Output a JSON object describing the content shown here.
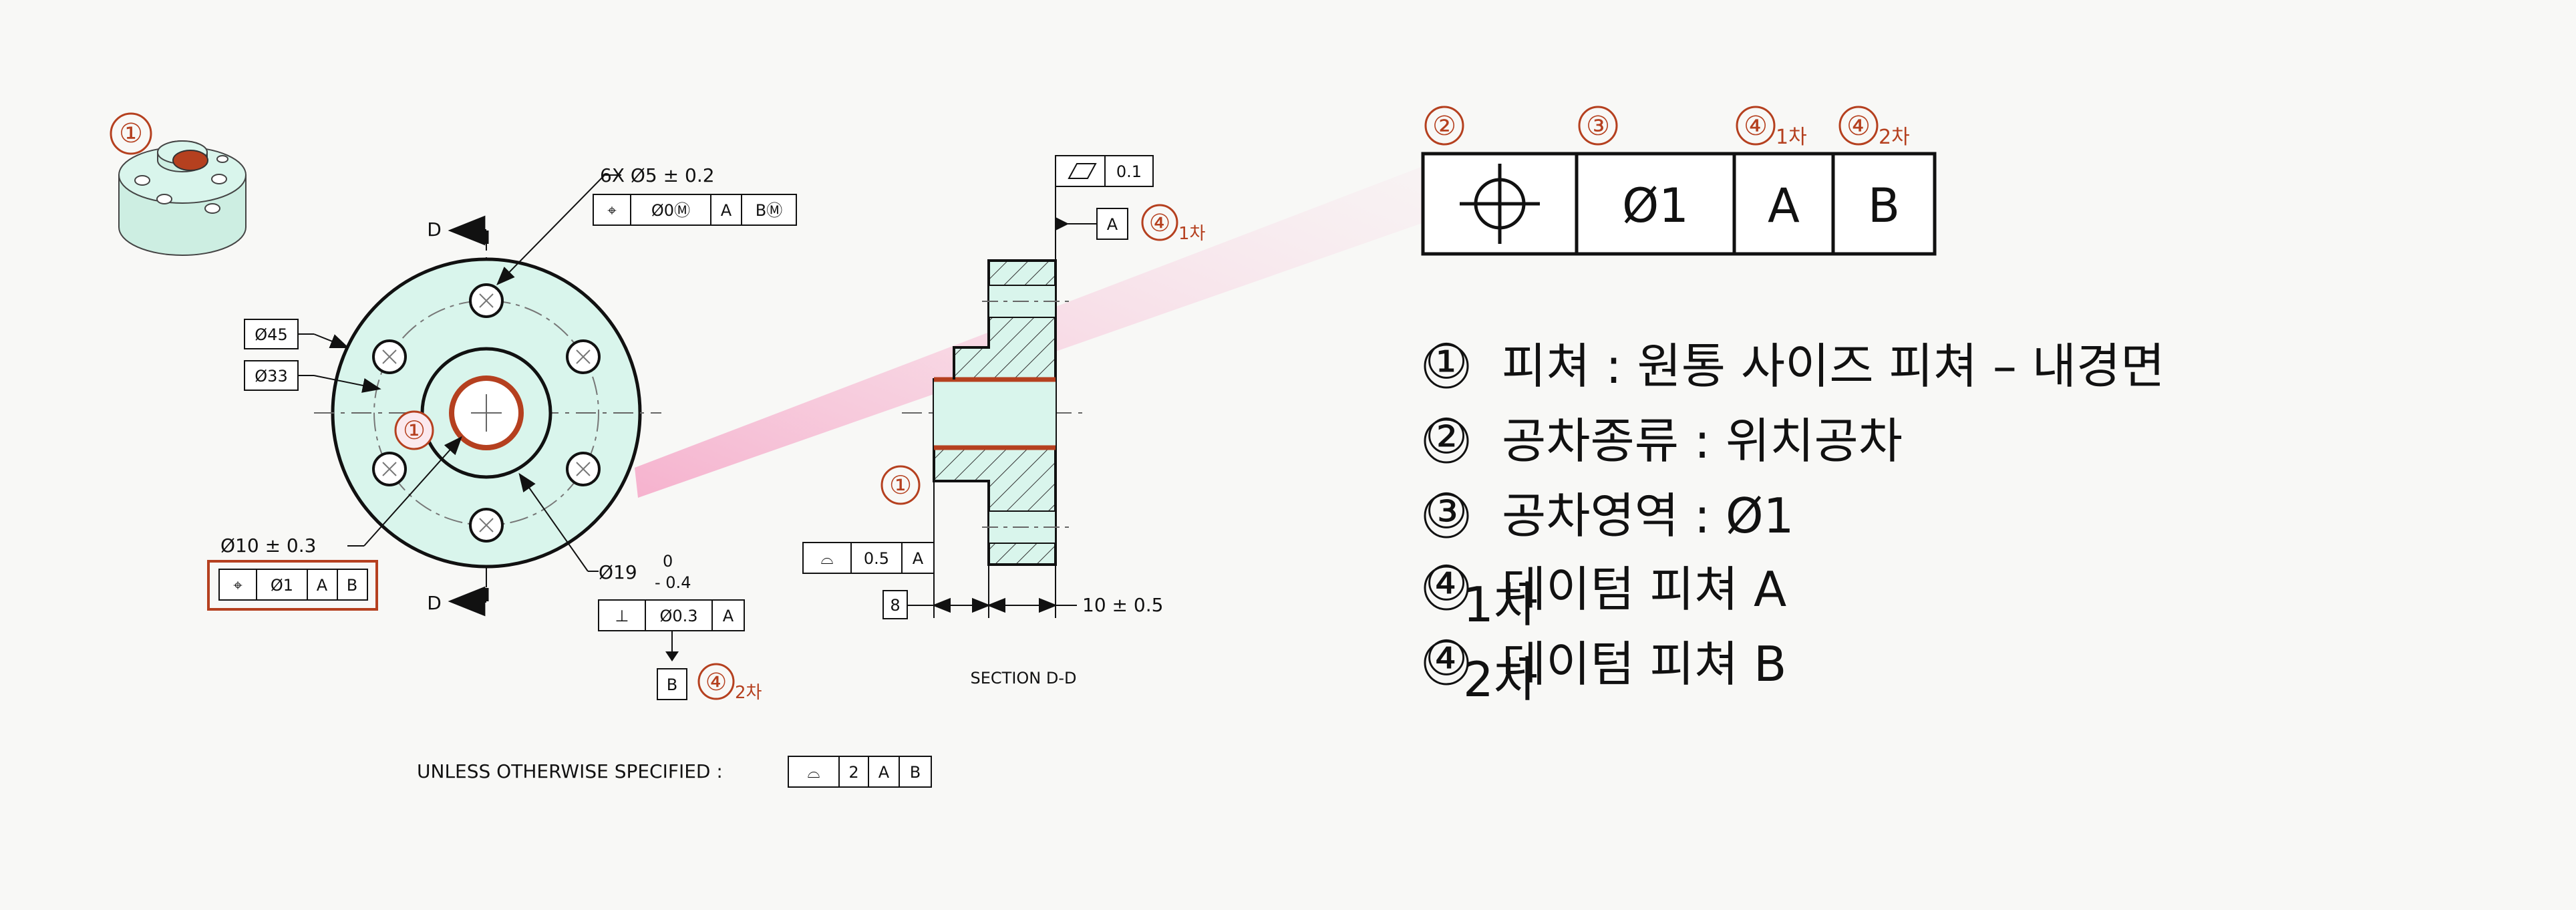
{
  "drawing": {
    "callouts": {
      "feature": "①",
      "type": "②",
      "zone": "③",
      "datum": "④",
      "primary": "1차",
      "secondary": "2차"
    },
    "dimensions": {
      "hole_pattern": "6X Ø5 ± 0.2",
      "outer_dia": "Ø45",
      "bolt_circle": "Ø33",
      "bore": "Ø10 ± 0.3",
      "boss_dia": "Ø19",
      "boss_upper_tol": "0",
      "boss_lower_tol": "- 0.4",
      "flatness_value": "0.1",
      "profile_value": "0.5",
      "boss_height": "8",
      "flange_width": "10 ± 0.5",
      "section_cut": "D",
      "section_label": "SECTION D-D",
      "general_note": "UNLESS OTHERWISE SPECIFIED :"
    },
    "fcf_holes": [
      "⌖",
      "Ø0Ⓜ",
      "A",
      "BⓂ"
    ],
    "fcf_bore": [
      "⌖",
      "Ø1",
      "A",
      "B"
    ],
    "fcf_perp": [
      "⊥",
      "Ø0.3",
      "A"
    ],
    "fcf_profile": [
      "⌓",
      "0.5",
      "A"
    ],
    "fcf_general": [
      "⌓",
      "2",
      "A",
      "B"
    ],
    "datum_a": "A",
    "datum_b": "B"
  },
  "frame": {
    "symbol": "⌖",
    "zone": "Ø1",
    "primary": "A",
    "secondary": "B"
  },
  "legend": [
    {
      "num": "①",
      "sub": "",
      "text": "피쳐 : 원통 사이즈 피쳐 – 내경면"
    },
    {
      "num": "②",
      "sub": "",
      "text": "공차종류 : 위치공차"
    },
    {
      "num": "③",
      "sub": "",
      "text": "공차영역 : Ø1"
    },
    {
      "num": "④",
      "sub": "1차",
      "text": "데이텀 피쳐 A"
    },
    {
      "num": "④",
      "sub": "2차",
      "text": "데이텀 피쳐 B"
    }
  ],
  "colors": {
    "part_fill": "#d9f5ec",
    "accent": "#b5401f",
    "highlight": "#f7c0d6"
  }
}
